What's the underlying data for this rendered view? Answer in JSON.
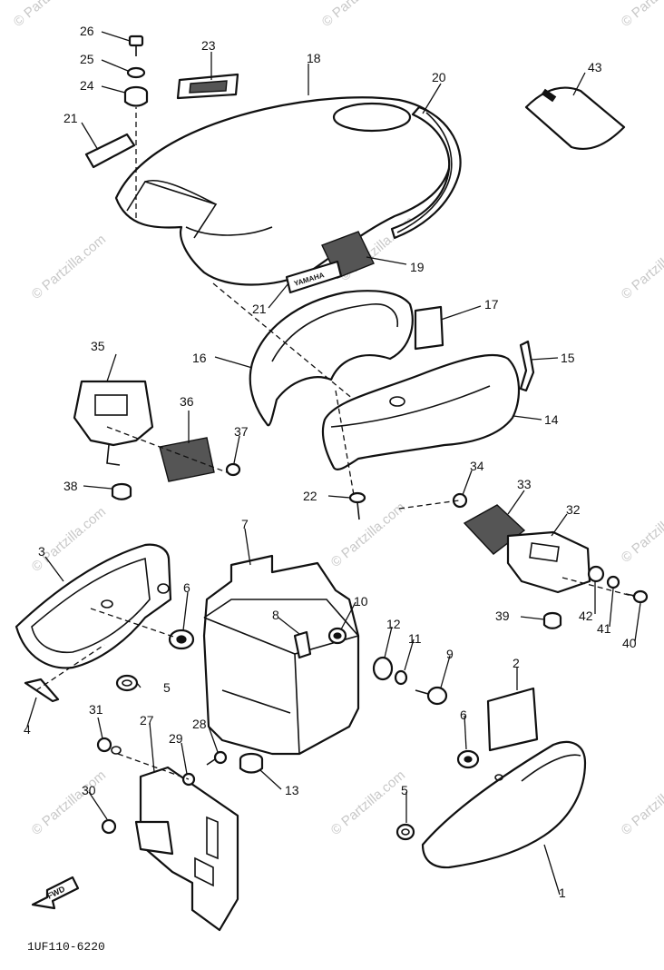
{
  "diagram": {
    "code": "1UF110-6220",
    "watermark": "© Partzilla.com",
    "fwd_label": "FWD",
    "decal_text": "YAMAHA",
    "callouts": {
      "c1": "1",
      "c2": "2",
      "c3": "3",
      "c4": "4",
      "c5a": "5",
      "c5b": "5",
      "c6a": "6",
      "c6b": "6",
      "c7": "7",
      "c8": "8",
      "c9": "9",
      "c10": "10",
      "c11": "11",
      "c12": "12",
      "c13": "13",
      "c14": "14",
      "c15": "15",
      "c16": "16",
      "c17": "17",
      "c18": "18",
      "c19": "19",
      "c20": "20",
      "c21a": "21",
      "c21b": "21",
      "c22": "22",
      "c23": "23",
      "c24": "24",
      "c25": "25",
      "c26": "26",
      "c27": "27",
      "c28": "28",
      "c29": "29",
      "c30": "30",
      "c31": "31",
      "c32": "32",
      "c33": "33",
      "c34": "34",
      "c35": "35",
      "c36": "36",
      "c37": "37",
      "c38": "38",
      "c39": "39",
      "c40": "40",
      "c41": "41",
      "c42": "42",
      "c43": "43"
    }
  }
}
